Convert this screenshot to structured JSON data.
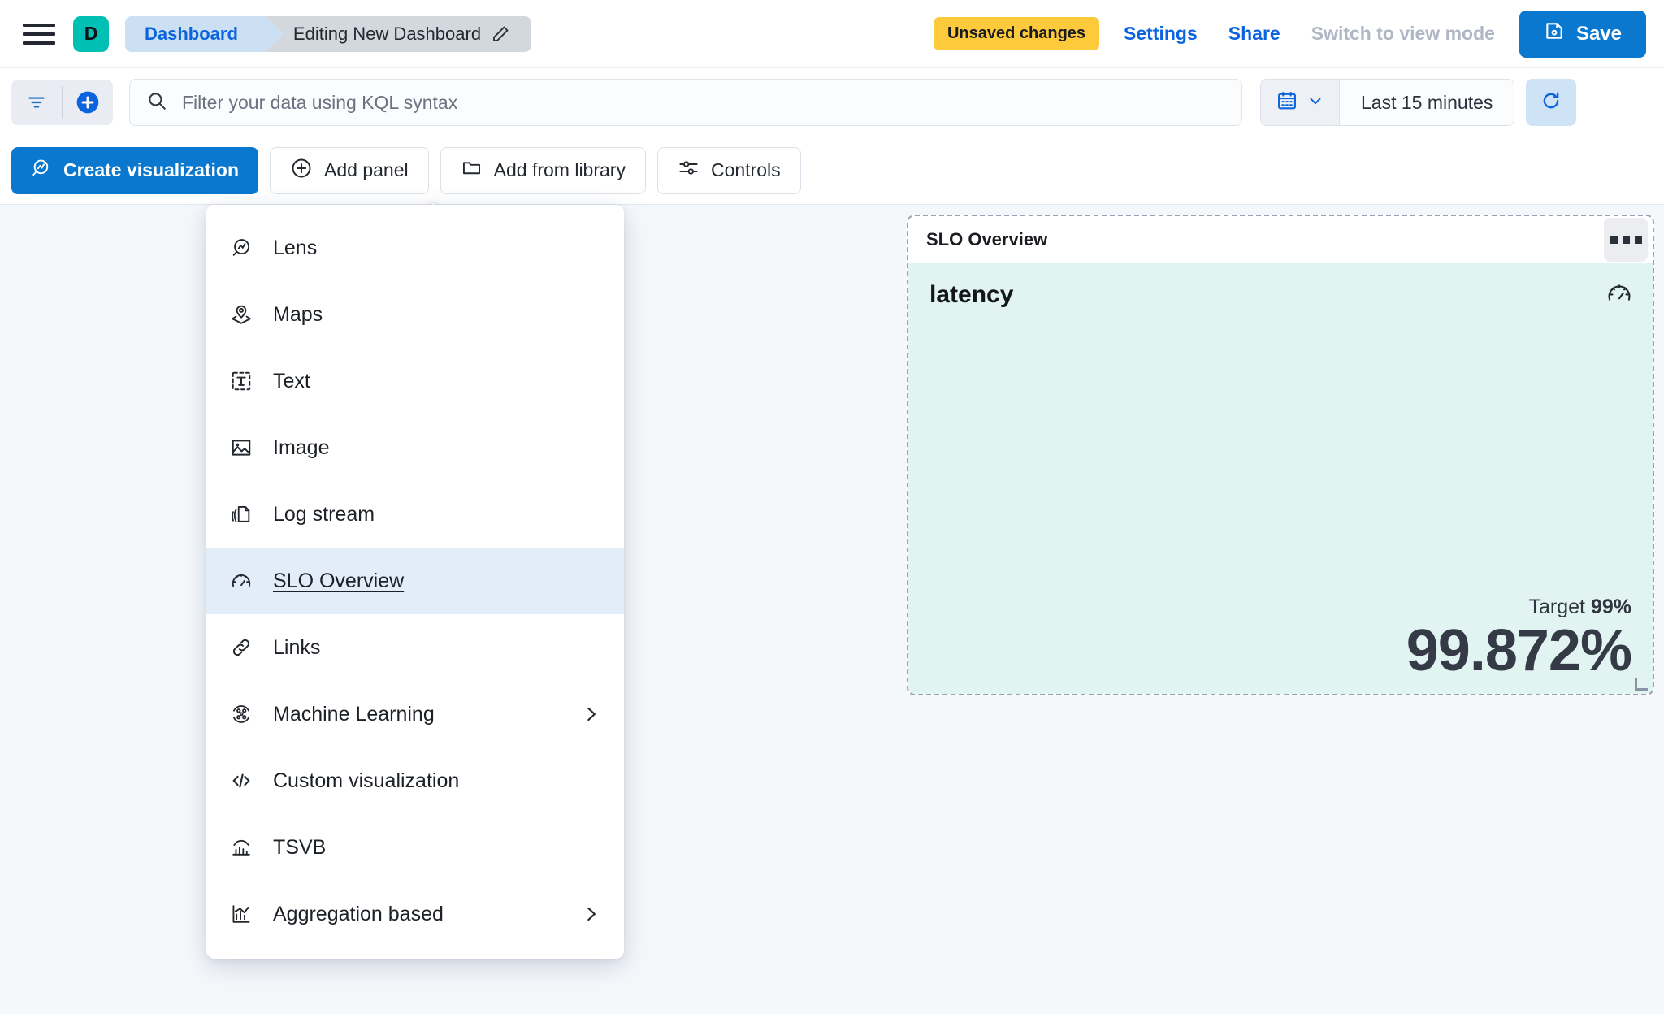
{
  "header": {
    "menu_icon": "hamburger-icon",
    "space_initial": "D",
    "breadcrumbs": [
      {
        "label": "Dashboard",
        "icon": ""
      },
      {
        "label": "Editing New Dashboard",
        "icon": "pencil-icon"
      }
    ],
    "unsaved_badge": "Unsaved changes",
    "settings_label": "Settings",
    "share_label": "Share",
    "view_mode_label": "Switch to view mode",
    "save_label": "Save",
    "save_icon": "floppy-disk-icon",
    "accent_blue": "#0B78D0",
    "badge_yellow": "#FDCA3B",
    "space_teal": "#00BFB3"
  },
  "query_bar": {
    "filter_icon": "filter-icon",
    "add_filter_icon": "plus-circle-icon",
    "search_icon": "search-icon",
    "search_value": "",
    "search_placeholder": "Filter your data using KQL syntax",
    "calendar_icon": "calendar-icon",
    "calendar_chevron": "chevron-down-icon",
    "time_range": "Last 15 minutes",
    "refresh_icon": "refresh-icon"
  },
  "toolbar": {
    "create_visualization": "Create visualization",
    "create_visualization_icon": "lens-icon",
    "add_panel": "Add panel",
    "add_panel_icon": "plus-circle-icon",
    "add_from_library": "Add from library",
    "add_from_library_icon": "folder-icon",
    "controls": "Controls",
    "controls_icon": "sliders-icon"
  },
  "add_panel_menu": {
    "items": [
      {
        "label": "Lens",
        "icon": "lens-icon",
        "has_submenu": false,
        "selected": false
      },
      {
        "label": "Maps",
        "icon": "map-pin-icon",
        "has_submenu": false,
        "selected": false
      },
      {
        "label": "Text",
        "icon": "text-box-icon",
        "has_submenu": false,
        "selected": false
      },
      {
        "label": "Image",
        "icon": "image-icon",
        "has_submenu": false,
        "selected": false
      },
      {
        "label": "Log stream",
        "icon": "log-stream-icon",
        "has_submenu": false,
        "selected": false
      },
      {
        "label": "SLO Overview",
        "icon": "gauge-icon",
        "has_submenu": false,
        "selected": true
      },
      {
        "label": "Links",
        "icon": "link-icon",
        "has_submenu": false,
        "selected": false
      },
      {
        "label": "Machine Learning",
        "icon": "ml-icon",
        "has_submenu": true,
        "selected": false
      },
      {
        "label": "Custom visualization",
        "icon": "code-icon",
        "has_submenu": false,
        "selected": false
      },
      {
        "label": "TSVB",
        "icon": "tsvb-icon",
        "has_submenu": false,
        "selected": false
      },
      {
        "label": "Aggregation based",
        "icon": "agg-chart-icon",
        "has_submenu": true,
        "selected": false
      }
    ]
  },
  "slo_panel": {
    "panel_title": "SLO Overview",
    "context_menu_icon": "context-menu-icon",
    "slo_name": "latency",
    "gauge_icon": "gauge-icon",
    "target_label": "Target",
    "target_value": "99%",
    "current_value": "99.872%",
    "body_color": "#E2F4F1"
  }
}
